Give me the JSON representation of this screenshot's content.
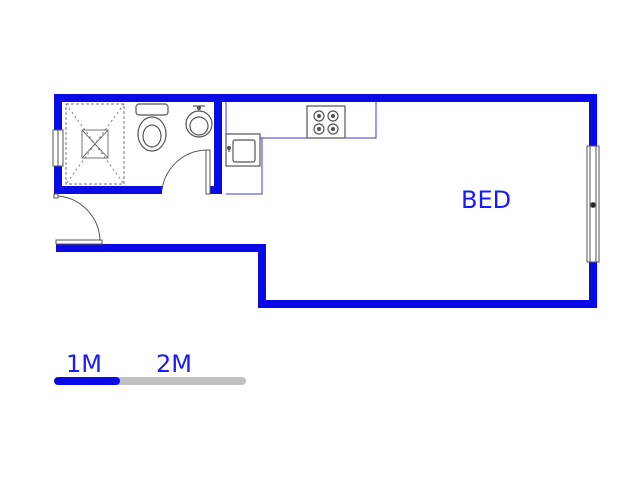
{
  "floorplan": {
    "rooms": [
      {
        "label": "BED"
      }
    ],
    "fixtures": [
      "shower",
      "toilet",
      "basin",
      "kitchen-sink",
      "stove",
      "kitchen-counter"
    ],
    "openings": [
      "bathroom-window",
      "bed-window",
      "entrance-door",
      "bathroom-door"
    ]
  },
  "scale": {
    "labels": [
      "1M",
      "2M"
    ]
  },
  "colors": {
    "wall": "#0a0ae6",
    "fixture_line": "#3b3bd9",
    "text": "#1a1aff",
    "scale_active": "#0a0ae6",
    "scale_inactive": "#c0c0c0"
  }
}
